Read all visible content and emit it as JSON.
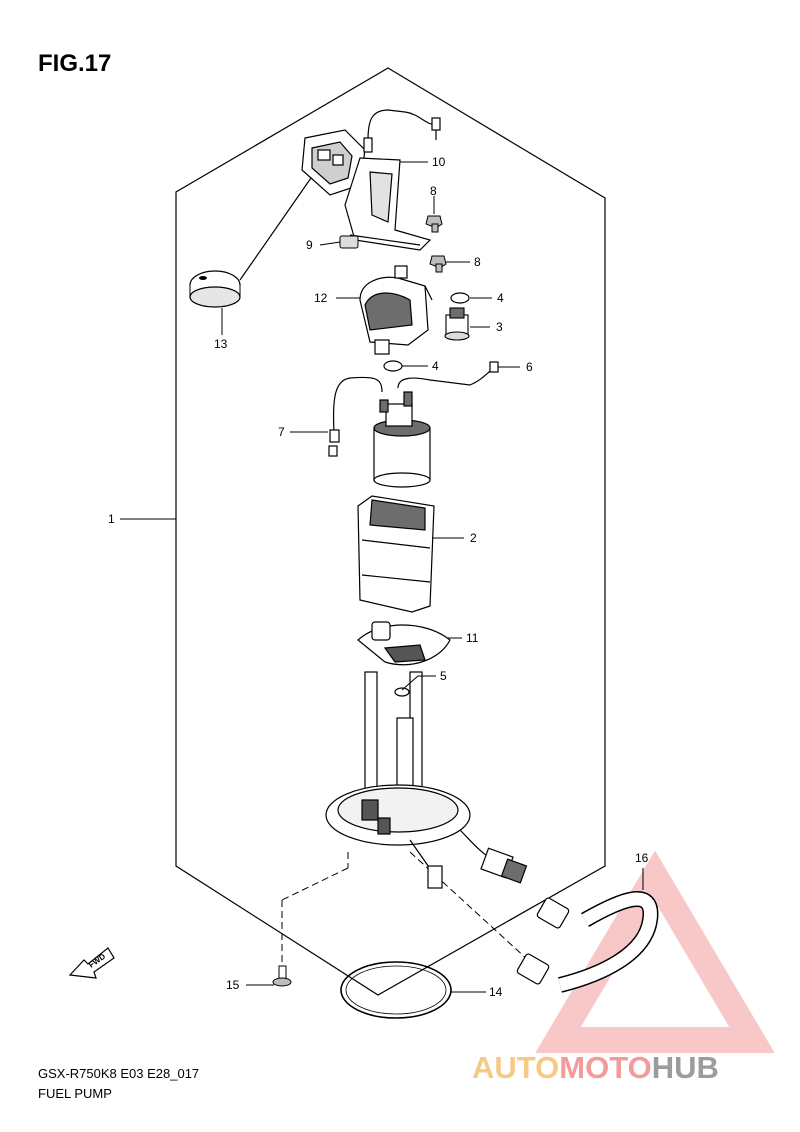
{
  "figure": {
    "title": "FIG.17",
    "model_code": "GSX-R750K8 E03 E28_017",
    "name": "FUEL PUMP"
  },
  "watermark": {
    "parts": [
      "AUTO",
      "MOTO",
      "HUB"
    ],
    "colors": [
      "#f6c987",
      "#f39a9a",
      "#9c9c9c"
    ]
  },
  "direction_badge": "FWD",
  "callouts": [
    "1",
    "2",
    "3",
    "4",
    "4",
    "5",
    "6",
    "7",
    "8",
    "8",
    "9",
    "10",
    "11",
    "12",
    "13",
    "14",
    "15",
    "16"
  ],
  "colors": {
    "line": "#000000",
    "shade": "#bdbdbd",
    "dark": "#555555"
  }
}
